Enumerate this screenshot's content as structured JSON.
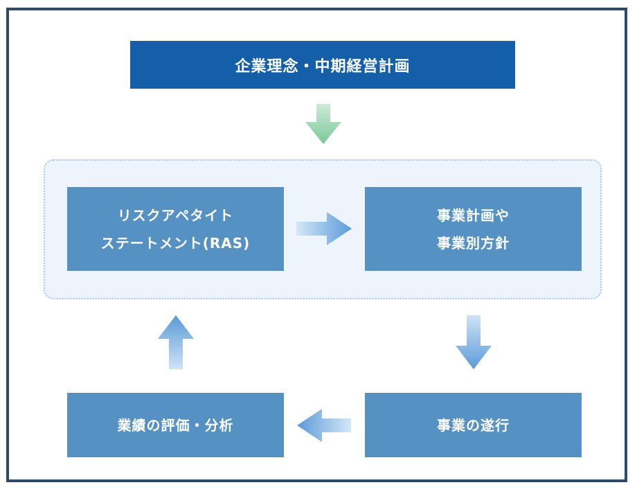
{
  "diagram": {
    "top_box": {
      "label": "企業理念・中期経営計画"
    },
    "ras_box": {
      "lines": [
        "リスクアペタイト",
        "ステートメント(RAS)"
      ]
    },
    "plan_box": {
      "lines": [
        "事業計画や",
        "事業別方針"
      ]
    },
    "exec_box": {
      "label": "事業の遂行"
    },
    "eval_box": {
      "label": "業績の評価・分析"
    },
    "colors": {
      "frame_border": "#2c4a6e",
      "top_box": "#145fa8",
      "process_box": "#5691c4",
      "group_background": "#eef4fc",
      "group_border": "#a9c6e6",
      "arrow_green": "#8fd0a8",
      "arrow_blue_light": "#cfe3f6",
      "arrow_blue_dark": "#5a9bd8"
    },
    "arrows": [
      {
        "from": "top_box",
        "to": "group",
        "icon": "arrow-down-icon"
      },
      {
        "from": "ras_box",
        "to": "plan_box",
        "icon": "arrow-right-icon"
      },
      {
        "from": "plan_box",
        "to": "exec_box",
        "icon": "arrow-down-icon"
      },
      {
        "from": "exec_box",
        "to": "eval_box",
        "icon": "arrow-left-icon"
      },
      {
        "from": "eval_box",
        "to": "ras_box",
        "icon": "arrow-up-icon"
      }
    ]
  }
}
